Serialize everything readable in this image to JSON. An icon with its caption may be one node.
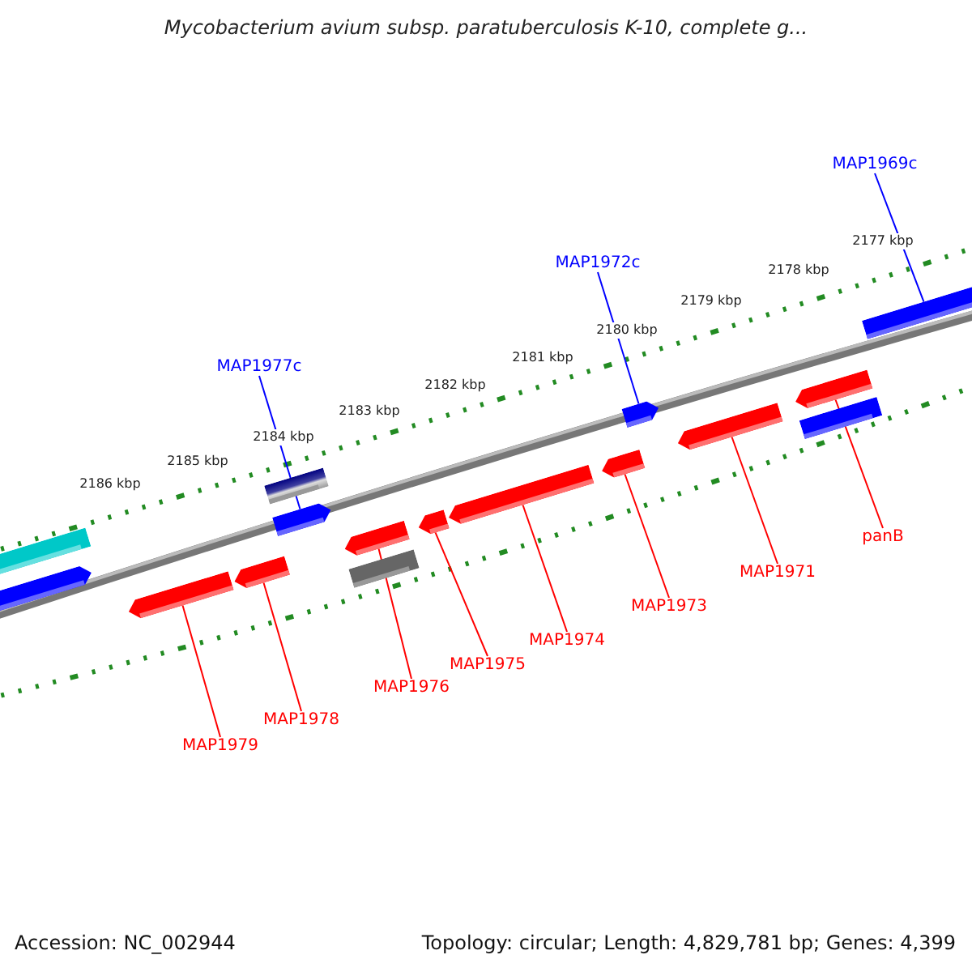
{
  "diagram": {
    "title": "Mycobacterium avium subsp. paratuberculosis K-10, complete g...",
    "nodes": [
      {
        "text": [],
        "shape": "bar"
      },
      {
        "text": [],
        "shape": "arrow"
      },
      {
        "text": [],
        "shape": "arrow"
      },
      {
        "text": [],
        "shape": "arrow"
      },
      {
        "text": [],
        "shape": "bar"
      },
      {
        "text": [],
        "shape": "arrow"
      },
      {
        "text": [],
        "shape": "arrow"
      },
      {
        "text": [],
        "shape": "bar"
      },
      {
        "text": [],
        "shape": "arrow"
      },
      {
        "text": [],
        "shape": "arrow"
      },
      {
        "text": [],
        "shape": "arrow"
      },
      {
        "text": [],
        "shape": "arrow"
      },
      {
        "text": [],
        "shape": "arrow"
      },
      {
        "text": [],
        "shape": "arrow"
      },
      {
        "text": [],
        "shape": "bar"
      },
      {
        "text": [],
        "shape": "bar"
      },
      {
        "text": [
          "MAP1977c"
        ]
      },
      {
        "text": [
          "MAP1972c"
        ]
      },
      {
        "text": [
          "MAP1969c"
        ]
      },
      {
        "text": [
          "MAP1979"
        ]
      },
      {
        "text": [
          "MAP1978"
        ]
      },
      {
        "text": [
          "MAP1976"
        ]
      },
      {
        "text": [
          "MAP1975"
        ]
      },
      {
        "text": [
          "MAP1974"
        ]
      },
      {
        "text": [
          "MAP1973"
        ]
      },
      {
        "text": [
          "MAP1971"
        ]
      },
      {
        "text": [
          "panB"
        ]
      }
    ],
    "edges": [
      {
        "from": 16,
        "to": 5,
        "arrow": "none",
        "color": "#0000ff"
      },
      {
        "from": 17,
        "to": 11,
        "arrow": "none",
        "color": "#0000ff"
      },
      {
        "from": 18,
        "to": 15,
        "arrow": "none",
        "color": "#0000ff"
      },
      {
        "from": 19,
        "to": 2,
        "arrow": "none"
      },
      {
        "from": 20,
        "to": 3,
        "arrow": "none"
      },
      {
        "from": 21,
        "to": 6,
        "arrow": "none"
      },
      {
        "from": 22,
        "to": 8,
        "arrow": "none"
      },
      {
        "from": 23,
        "to": 9,
        "arrow": "none"
      },
      {
        "from": 24,
        "to": 10,
        "arrow": "none"
      },
      {
        "from": 25,
        "to": 12,
        "arrow": "none"
      },
      {
        "from": 26,
        "to": 13,
        "arrow": "none"
      }
    ],
    "labels": [
      "2186 kbp",
      "2185 kbp",
      "2184 kbp",
      "2183 kbp",
      "2182 kbp",
      "2181 kbp",
      "2180 kbp",
      "2179 kbp",
      "2178 kbp",
      "2177 kbp",
      "Accession: NC_002944",
      "Topology: circular; Length: 4,829,781 bp; Genes: 4,399"
    ]
  }
}
